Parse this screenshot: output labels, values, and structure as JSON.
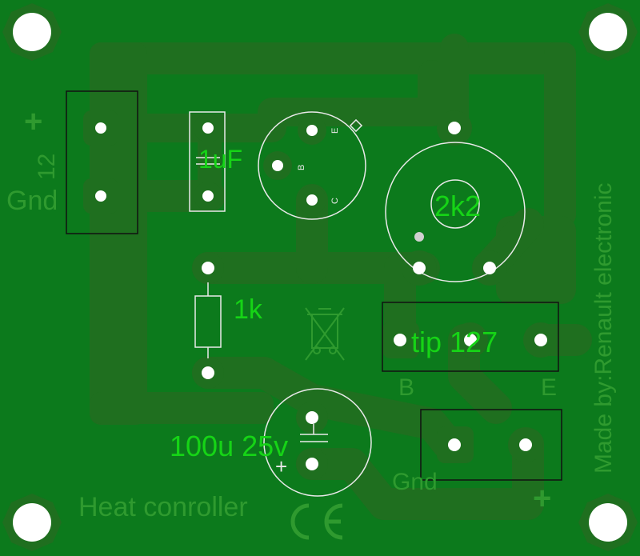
{
  "colors": {
    "board": "#0c7a1c",
    "copper": "#1f6f1f",
    "silkscreen": "#2f9a2f",
    "component_labels": "#16d416",
    "outline": "#e9e9e9",
    "drill": "#ffffff",
    "frame": "#111111"
  },
  "silkscreen": {
    "power_plus": "+",
    "power_voltage": "12",
    "power_gnd": "Gnd",
    "title": "Heat conroller",
    "credit": "Made by:Renault electronic",
    "ce_mark": "CE",
    "transistor_b": "B",
    "transistor_e": "E",
    "output_gnd": "Gnd",
    "output_plus": "+"
  },
  "components": {
    "capacitor_small": {
      "label": "1uF"
    },
    "transistor_small": {
      "pin_e": "E",
      "pin_b": "B",
      "pin_c": "C"
    },
    "potentiometer": {
      "label": "2k2"
    },
    "resistor": {
      "label": "1k"
    },
    "power_transistor": {
      "label": "tip 127"
    },
    "electrolytic": {
      "label": "100u 25v",
      "polarity": "+"
    }
  },
  "icons": {
    "mounting_hole": "mounting-hole-icon",
    "weee": "weee-crossed-bin-icon",
    "ce": "ce-mark-icon"
  }
}
